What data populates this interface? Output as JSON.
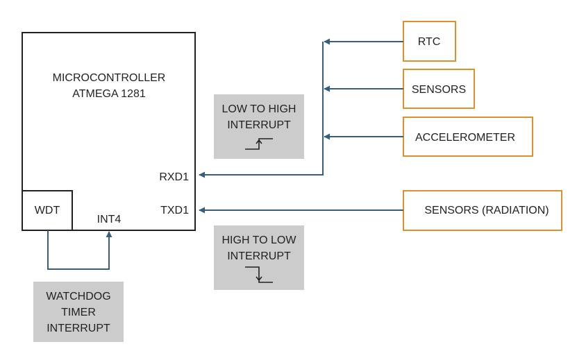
{
  "mcu": {
    "title_lines": [
      "MICROCONTROLLER",
      "ATMEGA 1281"
    ],
    "wdt_label": "WDT",
    "pins": {
      "rxd1": "RXD1",
      "txd1": "TXD1",
      "int4": "INT4"
    }
  },
  "devices": {
    "rtc": "RTC",
    "sensors": "SENSORS",
    "accelerometer": "ACCELEROMETER",
    "sensors_radiation": "SENSORS (RADIATION)"
  },
  "notes": {
    "low_to_high": [
      "LOW TO HIGH",
      "INTERRUPT"
    ],
    "high_to_low": [
      "HIGH TO LOW",
      "INTERRUPT"
    ],
    "watchdog": [
      "WATCHDOG",
      "TIMER",
      "INTERRUPT"
    ]
  },
  "colors": {
    "wire": "#365f7f",
    "device_border": "#e0902b",
    "note_fill": "#cccccc",
    "mcu_border": "#231f20"
  }
}
